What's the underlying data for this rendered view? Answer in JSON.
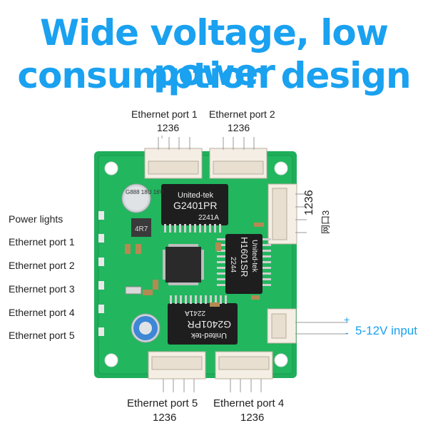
{
  "headline": {
    "line1": "Wide voltage, low power",
    "line2": "consumption design"
  },
  "top_ports": [
    {
      "name": "Ethernet port 1",
      "pins": "1236"
    },
    {
      "name": "Ethernet port 2",
      "pins": "1236"
    }
  ],
  "bottom_ports": [
    {
      "name": "Ethernet port 5",
      "pins": "1236"
    },
    {
      "name": "Ethernet port 4",
      "pins": "1236"
    }
  ],
  "right_port": {
    "pins": "1236",
    "name": "网口3"
  },
  "left_labels": [
    "Power lights",
    "Ethernet port 1",
    "Ethernet port 2",
    "Ethernet port 3",
    "Ethernet port 4",
    "Ethernet port 5"
  ],
  "power_input": {
    "plus": "+",
    "minus": "-",
    "label": "5-12V input"
  },
  "chips": {
    "top_transformer": {
      "brand": "United-tek",
      "model": "G2401PR",
      "code": "2241A"
    },
    "right_transformer": {
      "brand": "United-tek",
      "model": "H1601SR",
      "code": "2244"
    },
    "bottom_transformer": {
      "brand": "United-tek",
      "model": "G2401PR",
      "code": "2241A"
    },
    "inductor": "4R7",
    "capacitor": "G888 18U 16V"
  },
  "colors": {
    "accent": "#1aa1f0",
    "pcb": "#1fae5a"
  }
}
